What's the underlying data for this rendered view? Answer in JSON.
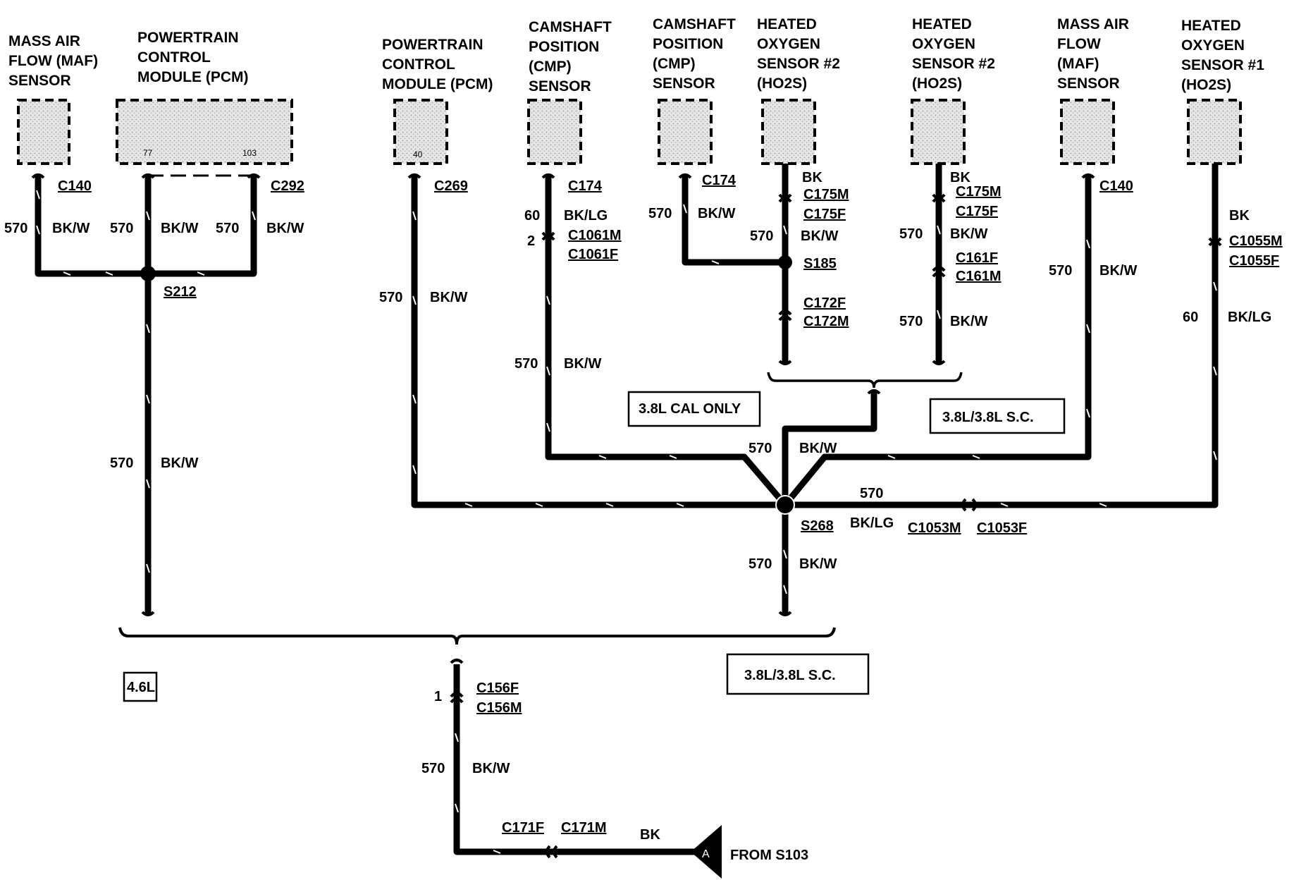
{
  "components": {
    "maf_left": [
      "MASS AIR",
      "FLOW (MAF)",
      "SENSOR"
    ],
    "pcm_left": [
      "POWERTRAIN",
      "CONTROL",
      "MODULE (PCM)"
    ],
    "pcm_pins": [
      "77",
      "103"
    ],
    "pcm_mid": [
      "POWERTRAIN",
      "CONTROL",
      "MODULE (PCM)"
    ],
    "pcm_mid_pin": "40",
    "cmp1": [
      "CAMSHAFT",
      "POSITION",
      "(CMP)",
      "SENSOR"
    ],
    "cmp2": [
      "CAMSHAFT",
      "POSITION",
      "(CMP)",
      "SENSOR"
    ],
    "ho2s_a": [
      "HEATED",
      "OXYGEN",
      "SENSOR #2",
      "(HO2S)"
    ],
    "ho2s_b": [
      "HEATED",
      "OXYGEN",
      "SENSOR #2",
      "(HO2S)"
    ],
    "maf_right": [
      "MASS AIR",
      "FLOW",
      "(MAF)",
      "SENSOR"
    ],
    "ho2s_c": [
      "HEATED",
      "OXYGEN",
      "SENSOR #1",
      "(HO2S)"
    ]
  },
  "connectors": {
    "c140_left": "C140",
    "c292": "C292",
    "c269": "C269",
    "c174_a": "C174",
    "c1061m": "C1061M",
    "c1061f": "C1061F",
    "c174_b": "C174",
    "c175m_a": "C175M",
    "c175f_a": "C175F",
    "c172f": "C172F",
    "c172m": "C172M",
    "c175m_b": "C175M",
    "c175f_b": "C175F",
    "c161f": "C161F",
    "c161m": "C161M",
    "c140_right": "C140",
    "c1055m": "C1055M",
    "c1055f": "C1055F",
    "c1053m": "C1053M",
    "c1053f": "C1053F",
    "c156f": "C156F",
    "c156m": "C156M",
    "c171f": "C171F",
    "c171m": "C171M"
  },
  "splices": {
    "s212": "S212",
    "s185": "S185",
    "s268": "S268"
  },
  "wire_labels": {
    "circuit_570": "570",
    "circuit_60": "60",
    "color_bkw": "BK/W",
    "color_bklg": "BK/LG",
    "color_bk": "BK",
    "pin_2": "2",
    "pin_1": "1"
  },
  "boxes": {
    "cal_only": "3.8L CAL ONLY",
    "sc_upper": "3.8L/3.8L S.C.",
    "sc_lower": "3.8L/3.8L S.C.",
    "v8": "4.6L"
  },
  "source": {
    "letter": "A",
    "text": "FROM S103"
  }
}
